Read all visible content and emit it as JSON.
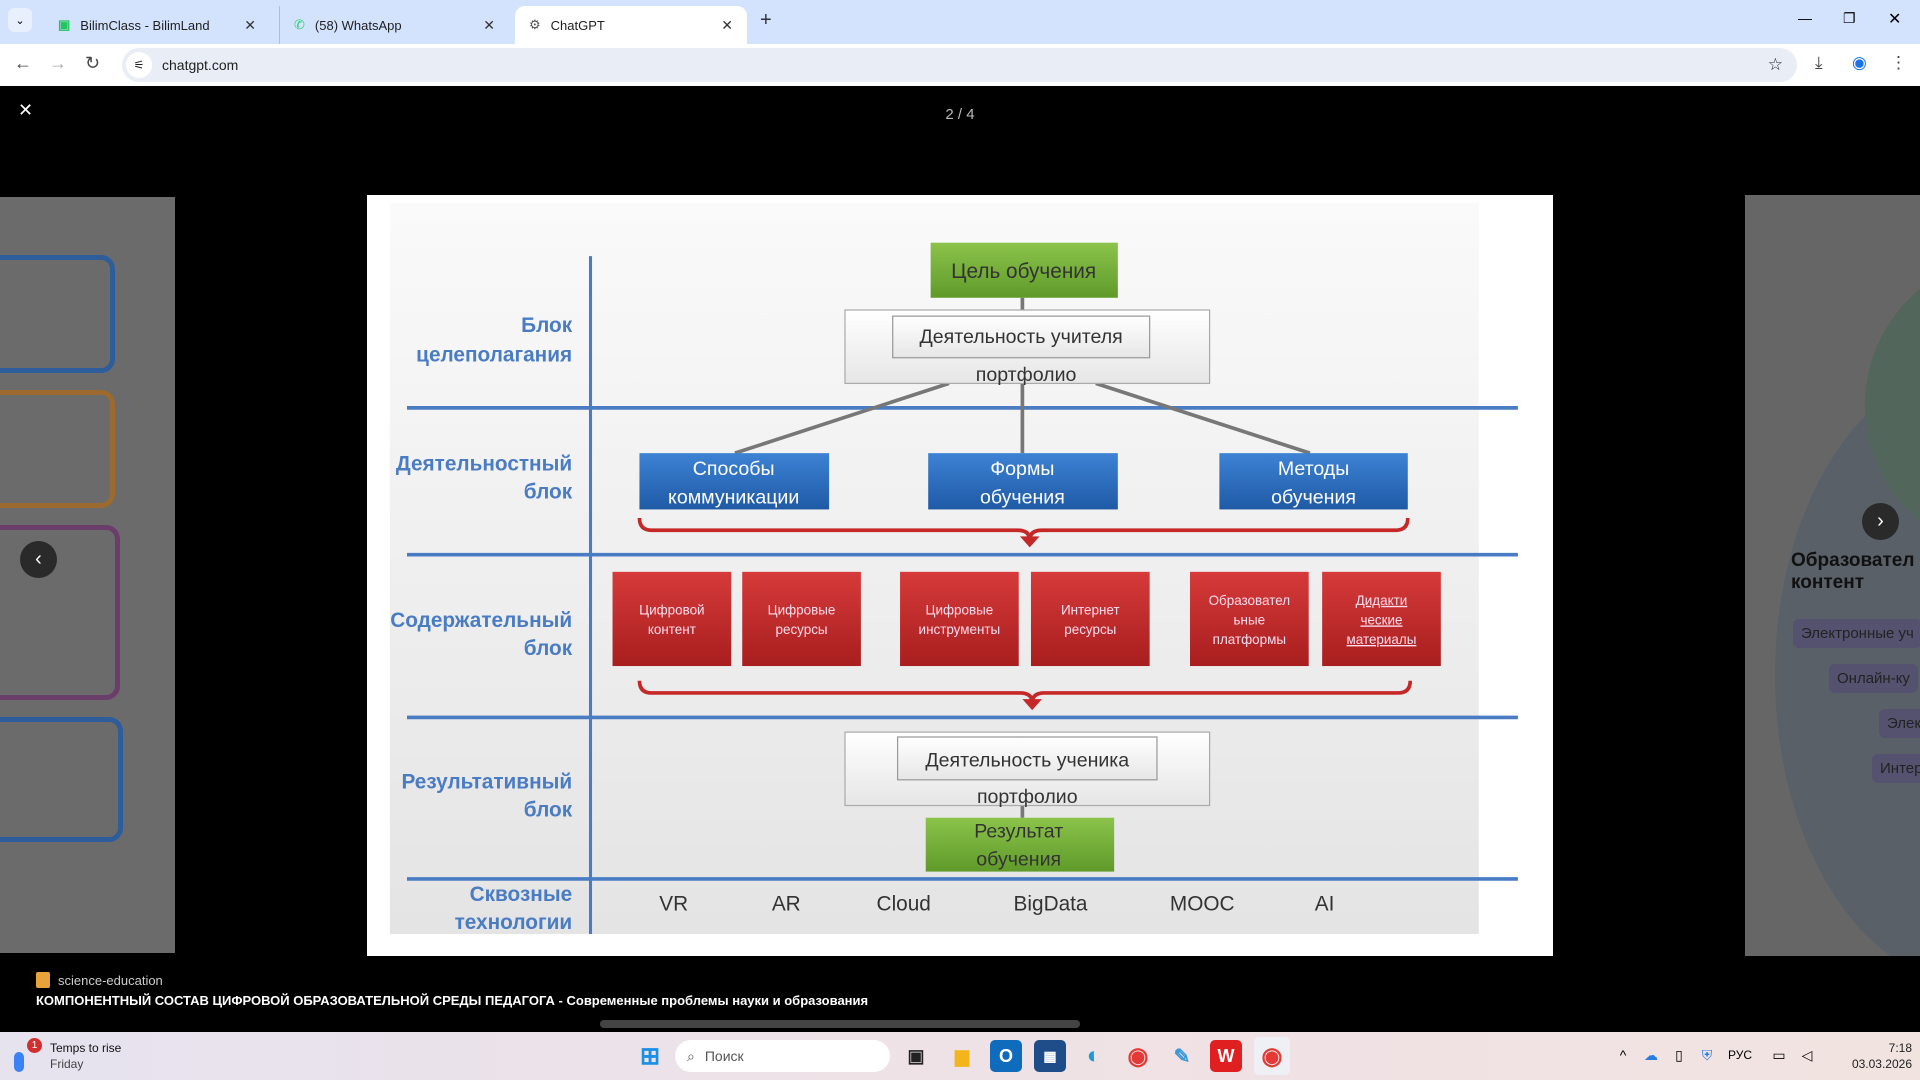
{
  "browser": {
    "tabs": [
      {
        "title": "BilimClass - BilimLand",
        "icon": "bilimland-icon",
        "active": false
      },
      {
        "title": "(58) WhatsApp",
        "icon": "whatsapp-icon",
        "active": false
      },
      {
        "title": "ChatGPT",
        "icon": "chatgpt-icon",
        "active": true
      }
    ],
    "url": "chatgpt.com"
  },
  "viewer": {
    "counter": "2 / 4",
    "source": "science-education",
    "caption": "КОМПОНЕНТНЫЙ СОСТАВ ЦИФРОВОЙ ОБРАЗОВАТЕЛЬНОЙ СРЕДЫ ПЕДАГОГА - Современные проблемы науки и образования",
    "next_slide": {
      "heading1": "Образовател",
      "heading2": "контент",
      "chips": [
        "Электронные уч",
        "Онлайн-ку",
        "Элек",
        "Интер"
      ]
    }
  },
  "diagram": {
    "rows": [
      {
        "l1": "Блок",
        "l2": "целеполагания"
      },
      {
        "l1": "Деятельностный",
        "l2": "блок"
      },
      {
        "l1": "Содержательный",
        "l2": "блок"
      },
      {
        "l1": "Результативный",
        "l2": "блок"
      },
      {
        "l1": "Сквозные",
        "l2": "технологии"
      }
    ],
    "goal": "Цель обучения",
    "teacher": "Деятельность учителя",
    "portfolio": "портфолио",
    "activity": [
      {
        "l1": "Способы",
        "l2": "коммуникации"
      },
      {
        "l1": "Формы",
        "l2": "обучения"
      },
      {
        "l1": "Методы",
        "l2": "обучения"
      }
    ],
    "content": [
      {
        "l1": "Цифровой",
        "l2": "контент",
        "l3": ""
      },
      {
        "l1": "Цифровые",
        "l2": "ресурсы",
        "l3": ""
      },
      {
        "l1": "Цифровые",
        "l2": "инструменты",
        "l3": ""
      },
      {
        "l1": "Интернет",
        "l2": "ресурсы",
        "l3": ""
      },
      {
        "l1": "Образовател",
        "l2": "ьные",
        "l3": "платформы"
      },
      {
        "l1": "Дидакти",
        "l2": "ческие",
        "l3": "материалы"
      }
    ],
    "student": "Деятельность ученика",
    "result": {
      "l1": "Результат",
      "l2": "обучения"
    },
    "technologies": [
      "VR",
      "AR",
      "Cloud",
      "BigData",
      "MOOC",
      "AI"
    ],
    "colors": {
      "label": "#4a7cc4",
      "green": "#7cb342",
      "blue": "#2f6fc0",
      "red": "#c62828"
    }
  },
  "taskbar": {
    "weather_title": "Temps to rise",
    "weather_sub": "Friday",
    "weather_badge": "1",
    "search_placeholder": "Поиск",
    "lang": "РУС",
    "time": "7:18",
    "date": "03.03.2026"
  }
}
